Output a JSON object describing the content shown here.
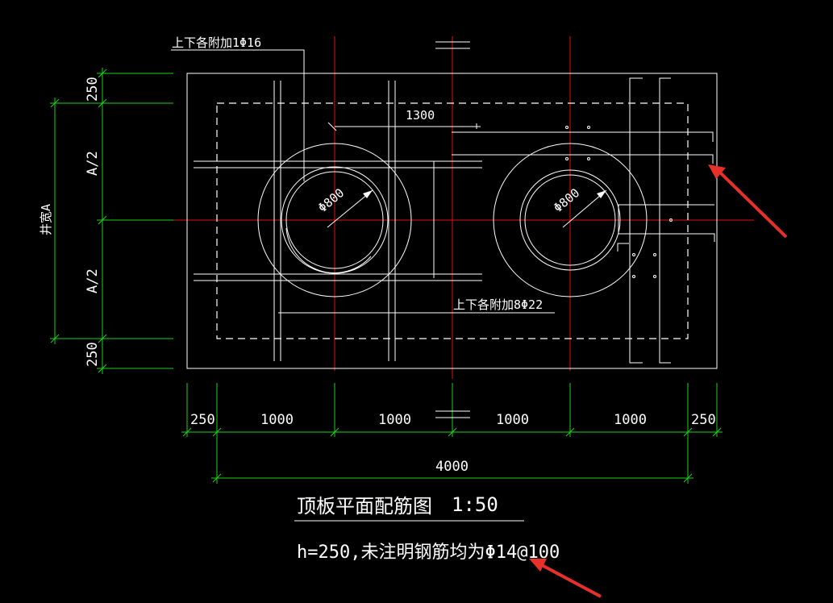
{
  "drawing": {
    "title": "顶板平面配筋图",
    "scale": "1:50",
    "note": "h=250,未注明钢筋均为Φ14@100"
  },
  "labels": {
    "top_rebar": "上下各附加1Φ16",
    "bottom_rebar": "上下各附加8Φ22",
    "pipe_left": "Φ800",
    "pipe_right": "Φ800",
    "offset_1300": "1300",
    "well_width": "井宽A"
  },
  "dimensions": {
    "bottom_row": [
      "250",
      "1000",
      "1000",
      "1000",
      "1000",
      "250"
    ],
    "total": "4000",
    "left_column": [
      "250",
      "A/2",
      "A/2",
      "250"
    ]
  },
  "colors": {
    "background": "#000000",
    "linework": "#ffffff",
    "centerline": "#e01010",
    "dimension": "#1bd21b",
    "callout_arrow": "#e8302a"
  }
}
